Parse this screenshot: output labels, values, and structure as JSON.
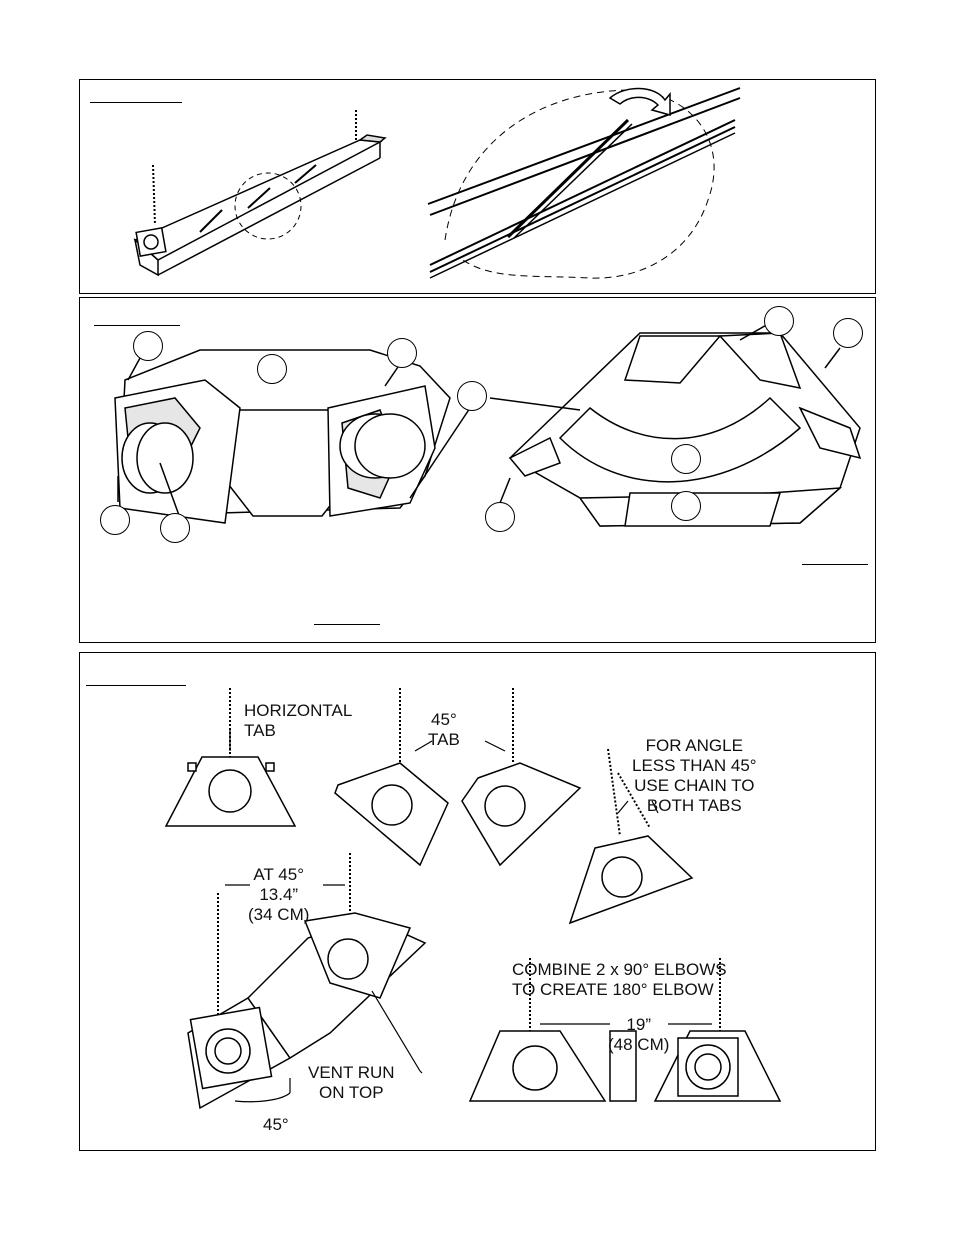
{
  "figure1": {
    "caption": ""
  },
  "figure2": {
    "caption": "",
    "note_right": "",
    "note_center": ""
  },
  "figure3": {
    "caption": "",
    "labels": {
      "horizontal_tab": [
        "HORIZONTAL",
        "TAB"
      ],
      "tab_45": [
        "45°",
        "TAB"
      ],
      "angle_less": [
        "FOR ANGLE",
        "LESS THAN 45°",
        "USE CHAIN TO",
        "BOTH TABS"
      ],
      "at45": [
        "AT 45°",
        "13.4”",
        "(34 CM)"
      ],
      "combine": [
        "COMBINE 2 x 90° ELBOWS",
        "TO CREATE 180° ELBOW"
      ],
      "dim19": [
        "19”",
        "(48 CM)"
      ],
      "vent_run": [
        "VENT RUN",
        "ON TOP"
      ],
      "angle45": "45°"
    }
  },
  "icons": [
    "rotate-arrow-icon",
    "chain-icon",
    "callout-circle-icon"
  ]
}
